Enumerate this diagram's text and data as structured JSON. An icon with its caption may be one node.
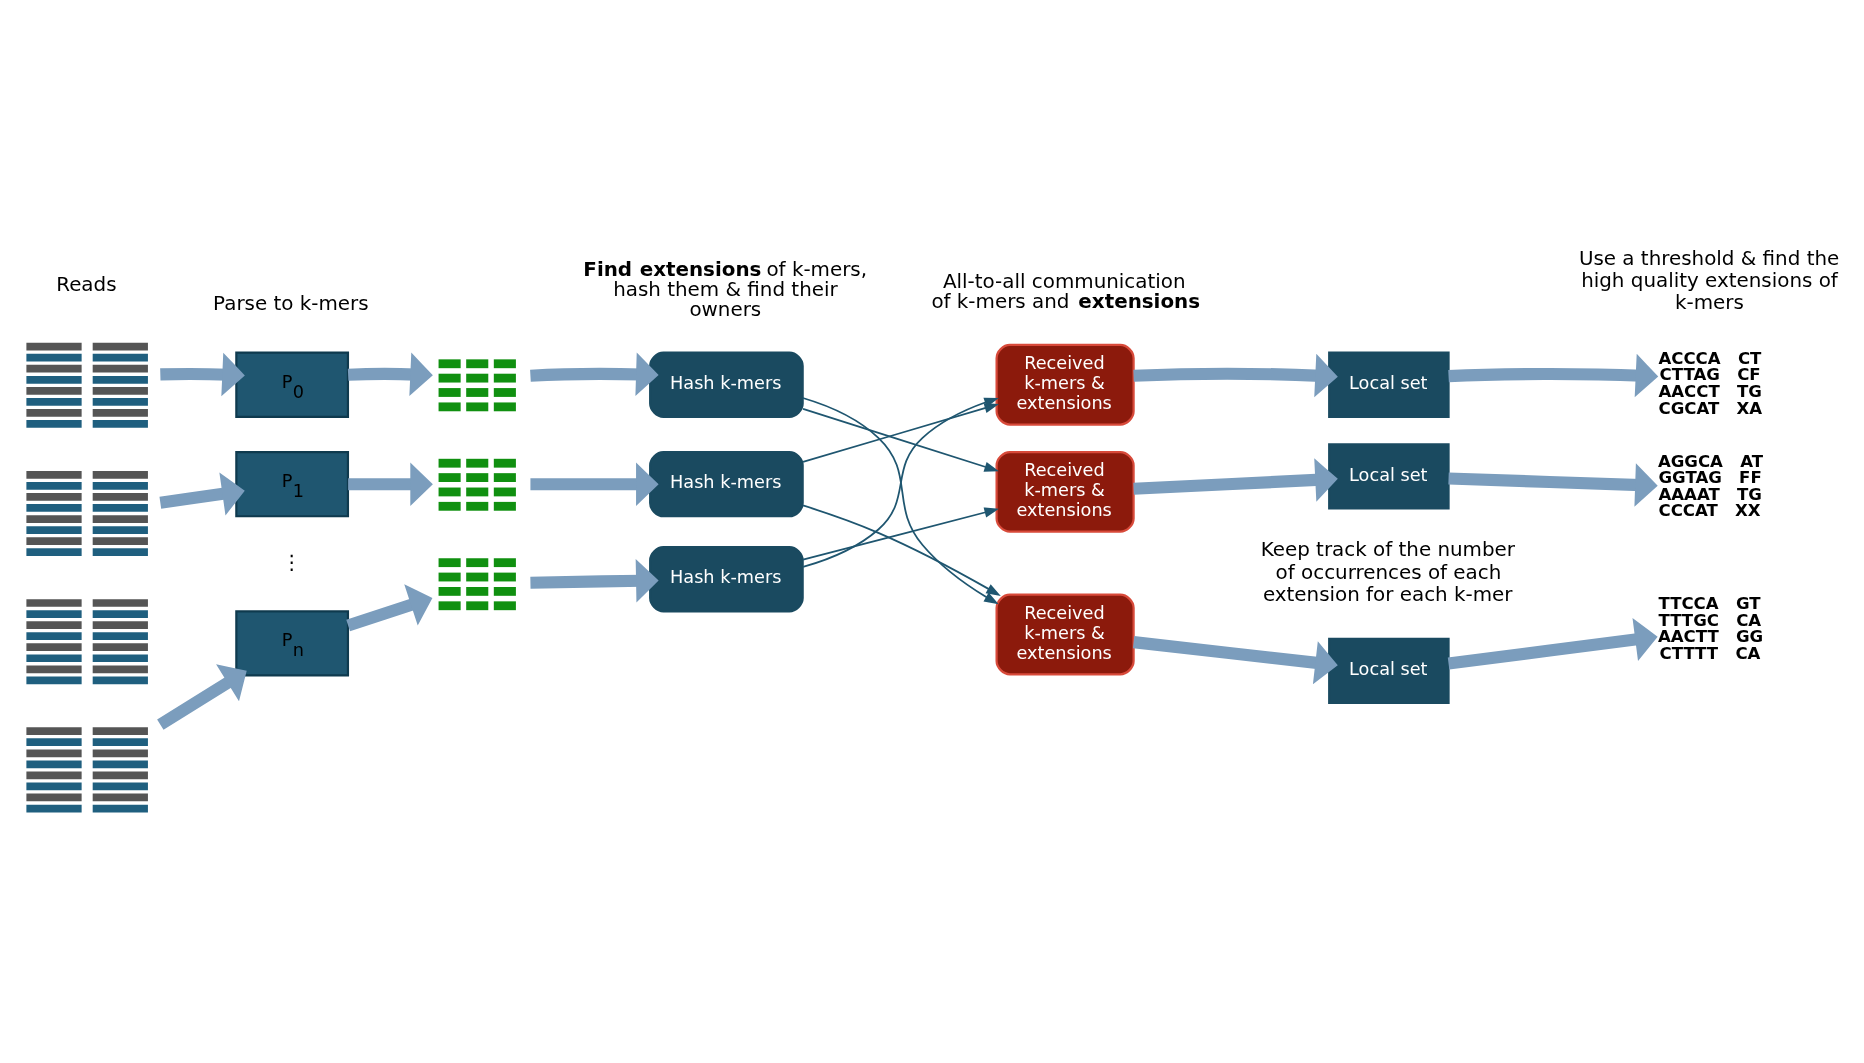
{
  "diagram": {
    "nodes": [
      {
        "text": [],
        "shape": "picture"
      },
      {
        "text": [
          "P$_{0}$"
        ]
      },
      {
        "text": [],
        "shape": "picture"
      },
      {
        "text": [
          "Hash k-mers"
        ]
      },
      {
        "text": [
          "Received k-mers & extensions"
        ]
      },
      {
        "text": [
          "Local set"
        ]
      },
      {
        "text": [
          "ACCCA   CT",
          "CTTAG   CF",
          "AACCT   TG",
          "CGCAT   XA"
        ]
      },
      {
        "text": [],
        "shape": "picture"
      },
      {
        "text": [
          "P$_{1}$"
        ]
      },
      {
        "text": [],
        "shape": "picture"
      },
      {
        "text": [
          "Hash k-mers"
        ]
      },
      {
        "text": [
          "Received k-mers & extensions"
        ]
      },
      {
        "text": [
          "Local set"
        ]
      },
      {
        "text": [
          "AGGCA   AT",
          "GGTAG   FF",
          "AAAAT   TG",
          "CCCAT   XX"
        ]
      },
      {
        "text": [],
        "shape": "picture"
      },
      {
        "text": [],
        "shape": "picture"
      },
      {
        "text": [
          "P$_{n}$"
        ]
      },
      {
        "text": [],
        "shape": "picture"
      },
      {
        "text": [
          "Hash k-mers"
        ]
      },
      {
        "text": [
          "Received k-mers & extensions"
        ]
      },
      {
        "text": [
          "Local set"
        ]
      },
      {
        "text": [
          "TTCCA   GT",
          "TTTGC   CA",
          "AACTT   GG",
          "CTTTT   CA"
        ]
      }
    ],
    "edges": [
      {
        "from": 0,
        "to": 1,
        "arrow": "to"
      },
      {
        "from": 1,
        "to": 2,
        "arrow": "to"
      },
      {
        "from": 2,
        "to": 3,
        "arrow": "to"
      },
      {
        "from": 4,
        "to": 5,
        "arrow": "to"
      },
      {
        "from": 5,
        "to": 6,
        "arrow": "to"
      },
      {
        "from": 7,
        "to": 8,
        "arrow": "to"
      },
      {
        "from": 8,
        "to": 9,
        "arrow": "to"
      },
      {
        "from": 9,
        "to": 10,
        "arrow": "to"
      },
      {
        "from": 11,
        "to": 12,
        "arrow": "to"
      },
      {
        "from": 12,
        "to": 13,
        "arrow": "to"
      },
      {
        "from": 15,
        "to": 16,
        "arrow": "to"
      },
      {
        "from": 16,
        "to": 17,
        "arrow": "to"
      },
      {
        "from": 17,
        "to": 18,
        "arrow": "to"
      },
      {
        "from": 19,
        "to": 20,
        "arrow": "to"
      },
      {
        "from": 20,
        "to": 21,
        "arrow": "to"
      },
      {
        "from": 3,
        "to": 11,
        "arrow": "to",
        "color": "#1f5670"
      },
      {
        "from": 3,
        "to": 19,
        "arrow": "to",
        "color": "#1f5670"
      },
      {
        "from": 10,
        "to": 4,
        "arrow": "to",
        "color": "#1f5670"
      },
      {
        "from": 10,
        "to": 19,
        "arrow": "to",
        "color": "#1f5670"
      },
      {
        "from": 18,
        "to": 4,
        "arrow": "to",
        "color": "#1f5670"
      },
      {
        "from": 18,
        "to": 11,
        "arrow": "to",
        "color": "#1f5670"
      }
    ],
    "labels": [
      "Reads",
      "Parse to k-mers",
      "**Find extensions** of k-mers, hash them & find their owners",
      "All-to-all communication of k-mers and **extensions**",
      "Use a threshold & find the high quality extensions of k-mers",
      "⋮",
      "Keep track of the number of occurrences of each extension for each k-mer"
    ]
  }
}
